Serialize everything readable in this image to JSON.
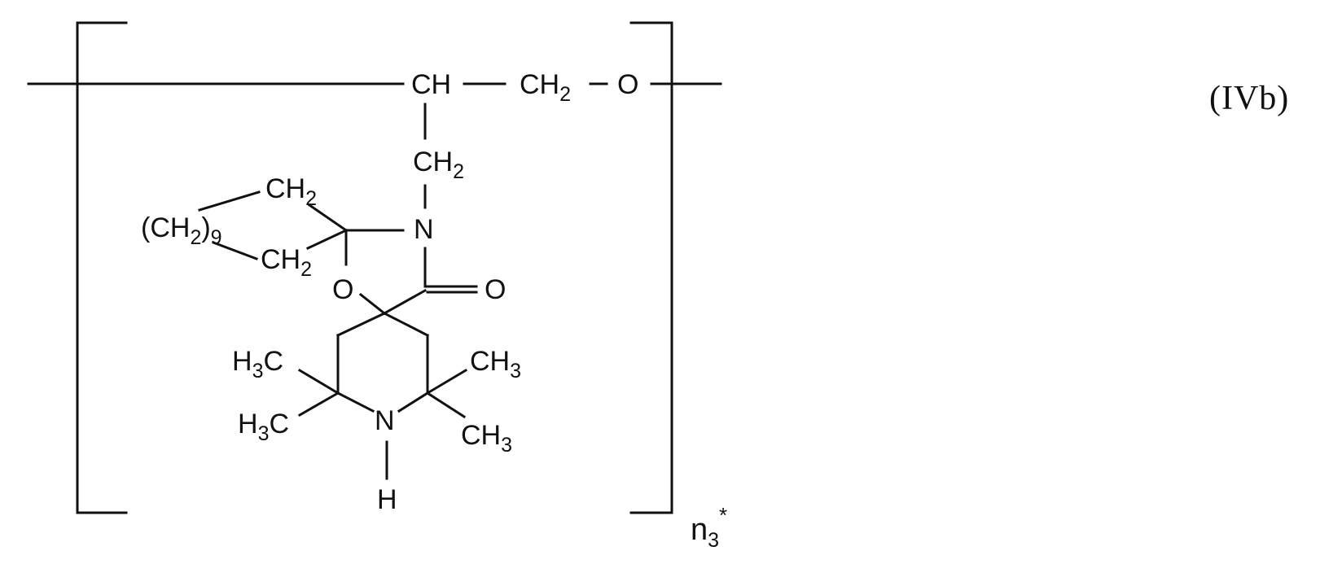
{
  "formula_label": "(IVb)",
  "atoms": {
    "backbone_ch": "CH",
    "backbone_ch2": "CH",
    "backbone_ch2_sub": "2",
    "backbone_o": "O",
    "side_ch2": "CH",
    "side_ch2_sub": "2",
    "ring_n": "N",
    "ch2_top": "CH",
    "ch2_top_sub": "2",
    "ch2_bottom": "CH",
    "ch2_bottom_sub": "2",
    "ch2_9_open": "(CH",
    "ch2_9_sub2": "2",
    "ch2_9_close": ")",
    "ch2_9_sub9": "9",
    "ring_o": "O",
    "carbonyl_o": "O",
    "h3c_upper_h": "H",
    "h3c_upper_sub": "3",
    "h3c_upper_c": "C",
    "h3c_lower_h": "H",
    "h3c_lower_sub": "3",
    "h3c_lower_c": "C",
    "ch3_upper": "CH",
    "ch3_upper_sub": "3",
    "ch3_lower": "CH",
    "ch3_lower_sub": "3",
    "pip_n": "N",
    "pip_h": "H"
  },
  "repeat_index": {
    "n": "n",
    "sub": "3",
    "sup": "*"
  }
}
